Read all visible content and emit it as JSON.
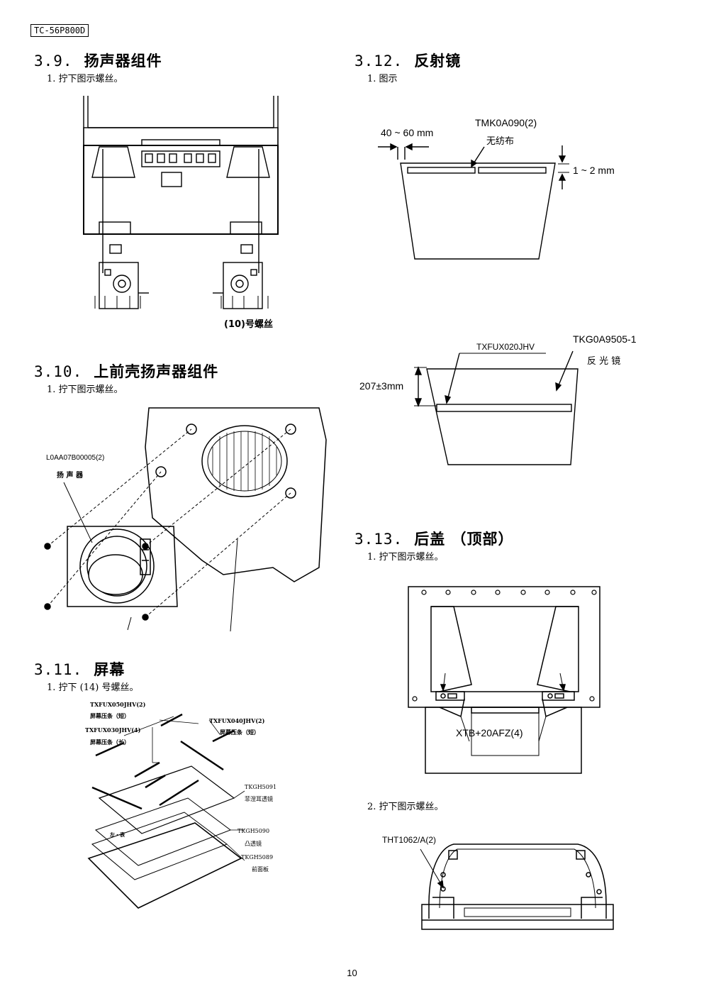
{
  "header": {
    "model": "TC-56P800D"
  },
  "sections": {
    "s39": {
      "number": "3.9.",
      "title": "扬声器组件",
      "step1": "1. 拧下图示螺丝。",
      "screw_label": "(10)号螺丝"
    },
    "s310": {
      "number": "3.10.",
      "title": "上前壳扬声器组件",
      "step1": "1. 拧下图示螺丝。",
      "part_code": "L0AA07B00005(2)",
      "part_name": "扬 声 器"
    },
    "s311": {
      "number": "3.11.",
      "title": "屏幕",
      "step1": "1. 拧下 (14) 号螺丝。",
      "labels": {
        "l1": "TXFUX050JHV(2)",
        "l1n": "屏幕压条（短）",
        "l2": "TXFUX030JHV(4)",
        "l2n": "屏幕压条（长）",
        "l3": "TXFUX040JHV(2)",
        "l3n": "屏幕压条（短）",
        "l4": "TKGH5091",
        "l4n": "菲涅耳透镜",
        "l5": "TKGH5090",
        "l5n": "凸透镜",
        "l6": "TKGH5089",
        "l6n": "前面板",
        "lr": "左・表"
      }
    },
    "s312": {
      "number": "3.12.",
      "title": "反射镜",
      "step1": "1. 图示",
      "gap": "40 ~ 60 mm",
      "cloth_code": "TMK0A090(2)",
      "cloth_name": "无纺布",
      "thick": "1 ~ 2 mm",
      "strip_code": "TXFUX020JHV",
      "mirror_code": "TKG0A9505-1",
      "mirror_name": "反 光 镜",
      "height": "207±3mm"
    },
    "s313": {
      "number": "3.13.",
      "title": "后盖 （顶部）",
      "step1": "1. 拧下图示螺丝。",
      "screw1": "XTB+20AFZ(4)",
      "step2": "2. 拧下图示螺丝。",
      "screw2": "THT1062/A(2)"
    }
  },
  "footer": {
    "page": "10"
  }
}
